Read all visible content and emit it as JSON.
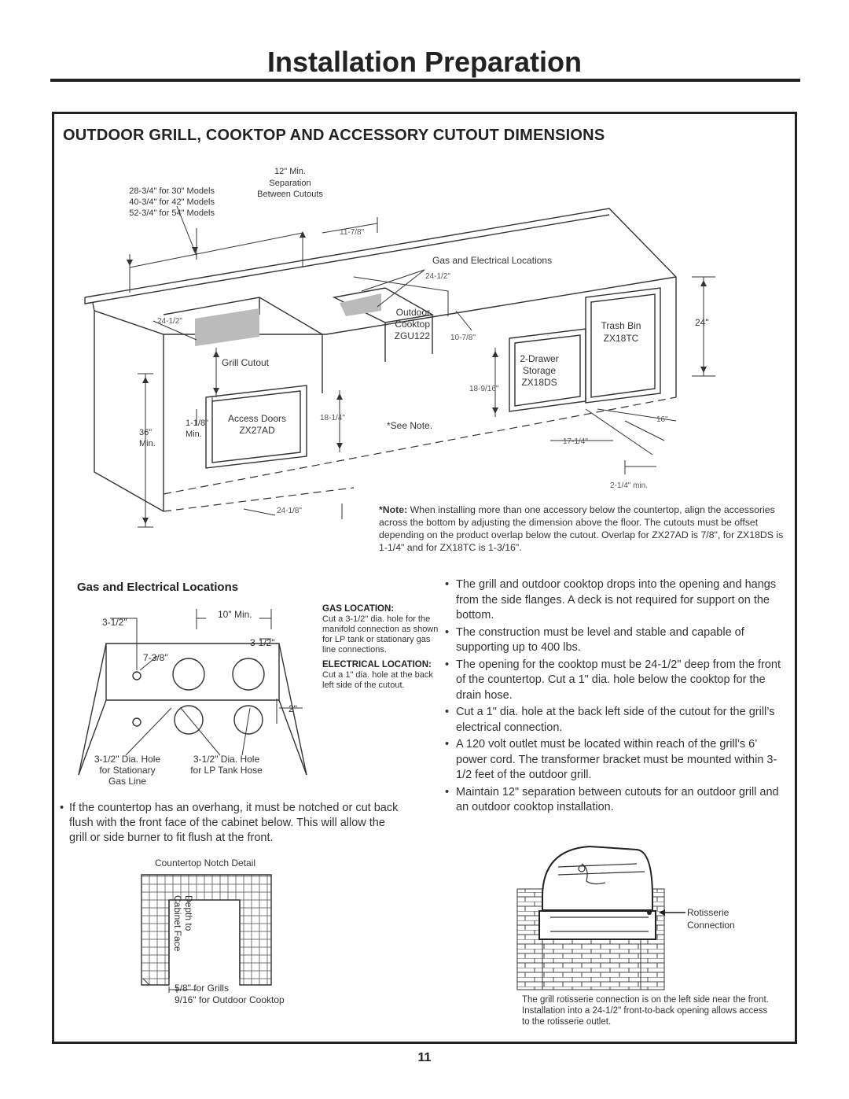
{
  "page": {
    "title": "Installation Preparation",
    "section_heading": "OUTDOOR GRILL, COOKTOP AND ACCESSORY CUTOUT DIMENSIONS",
    "page_number": "11"
  },
  "main_diagram": {
    "min_separation": [
      "12\" Min.",
      "Separation",
      "Between Cutouts"
    ],
    "model_widths": [
      "28-3/4\" for 30\" Models",
      "40-3/4\" for 42\" Models",
      "52-3/4\" for 54\" Models"
    ],
    "dims": {
      "d_11_7_8": "11-7/8\"",
      "d_24_1_2_a": "24-1/2\"",
      "d_24_1_2_b": "24-1/2\"",
      "d_10_7_8": "10-7/8\"",
      "d_24": "24\"",
      "d_18_9_16": "18-9/16\"",
      "d_18_1_4": "18-1/4\"",
      "d_16": "16\"",
      "d_17_1_4": "17-1/4\"",
      "d_2_1_4": "2-1/4\" min.",
      "d_24_1_8": "24-1/8\"",
      "d_1_1_8": "1-1/8\"",
      "d_1_1_8_min": "Min.",
      "d_36": "36\"",
      "d_36_min": "Min."
    },
    "labels": {
      "gas_elec": "Gas and Electrical Locations",
      "cooktop": [
        "Outdoor",
        "Cooktop",
        "ZGU122"
      ],
      "trash_bin": [
        "Trash Bin",
        "ZX18TC"
      ],
      "drawer": [
        "2-Drawer",
        "Storage",
        "ZX18DS"
      ],
      "grill_cutout": "Grill Cutout",
      "access_doors": [
        "Access Doors",
        "ZX27AD"
      ],
      "see_note": "*See Note."
    }
  },
  "note": {
    "prefix": "*Note:",
    "text": " When installing more than one accessory below the countertop, align the accessories across the bottom by adjusting the dimension above the floor. The cutouts must be offset depending on the product overlap below the cutout. Overlap for ZX27AD is 7/8\", for ZX18DS is 1-1/4\" and for ZX18TC is 1-3/16\"."
  },
  "gas_diagram": {
    "heading": "Gas and Electrical Locations",
    "dims": {
      "d_3_1_2_a": "3-1/2\"",
      "d_10_min": "10\" Min.",
      "d_3_1_2_b": "3-1/2\"",
      "d_7_3_8": "7-3/8\"",
      "d_2": "2\""
    },
    "hole_stationary": [
      "3-1/2\" Dia. Hole",
      "for Stationary",
      "Gas Line"
    ],
    "hole_lp": [
      "3-1/2\" Dia. Hole",
      "for LP Tank Hose"
    ],
    "gas_location_heading": "GAS LOCATION:",
    "gas_location_text": "Cut a 3-1/2\" dia. hole for the manifold connection as shown for LP tank or stationary gas line connections.",
    "electrical_location_heading": "ELECTRICAL LOCATION:",
    "electrical_location_text": "Cut a 1\" dia. hole at the back left side of the cutout."
  },
  "bullets_right": [
    "The grill and outdoor cooktop drops into the opening and hangs from the side flanges. A deck is not required for support on the bottom.",
    "The construction must be level and stable and capable of supporting up to 400 lbs.",
    "The opening for the cooktop must be 24-1/2\" deep from the front of the countertop. Cut a 1\" dia. hole below the cooktop for the drain hose.",
    "Cut a 1\" dia. hole at the back left side of the cutout for the grill’s electrical connection.",
    "A 120 volt outlet must be located within reach of the grill’s 6’ power cord. The transformer bracket must be mounted within 3-1/2 feet of the outdoor grill.",
    "Maintain 12\" separation between cutouts for an outdoor grill and an outdoor cooktop installation."
  ],
  "bullet_left": "If the countertop has an overhang, it must be notched or cut back flush with the front face of the cabinet below. This will allow the grill or side burner to fit flush at the front.",
  "notch_detail": {
    "title": "Countertop Notch Detail",
    "depth_label": [
      "Depth to",
      "Cabinet Face"
    ],
    "grills": "5/8\" for Grills",
    "cooktop": "9/16\" for Outdoor Cooktop"
  },
  "rotisserie": {
    "label": [
      "Rotisserie",
      "Connection"
    ],
    "caption": "The grill rotisserie connection is on the left side near the front. Installation into a 24-1/2\" front-to-back opening allows access to the rotisserie outlet."
  }
}
